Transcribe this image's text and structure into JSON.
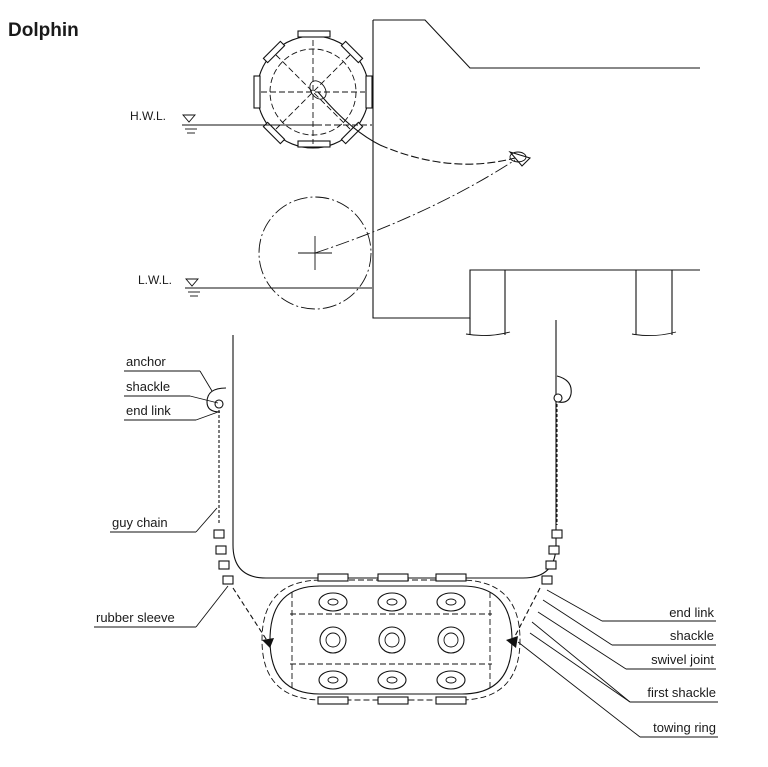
{
  "title": "Dolphin",
  "water_levels": {
    "high": "H.W.L.",
    "low": "L.W.L."
  },
  "labels_left": [
    "anchor",
    "shackle",
    "end link",
    "guy chain",
    "rubber sleeve"
  ],
  "labels_right": [
    "end link",
    "shackle",
    "swivel joint",
    "first shackle",
    "towing ring"
  ]
}
